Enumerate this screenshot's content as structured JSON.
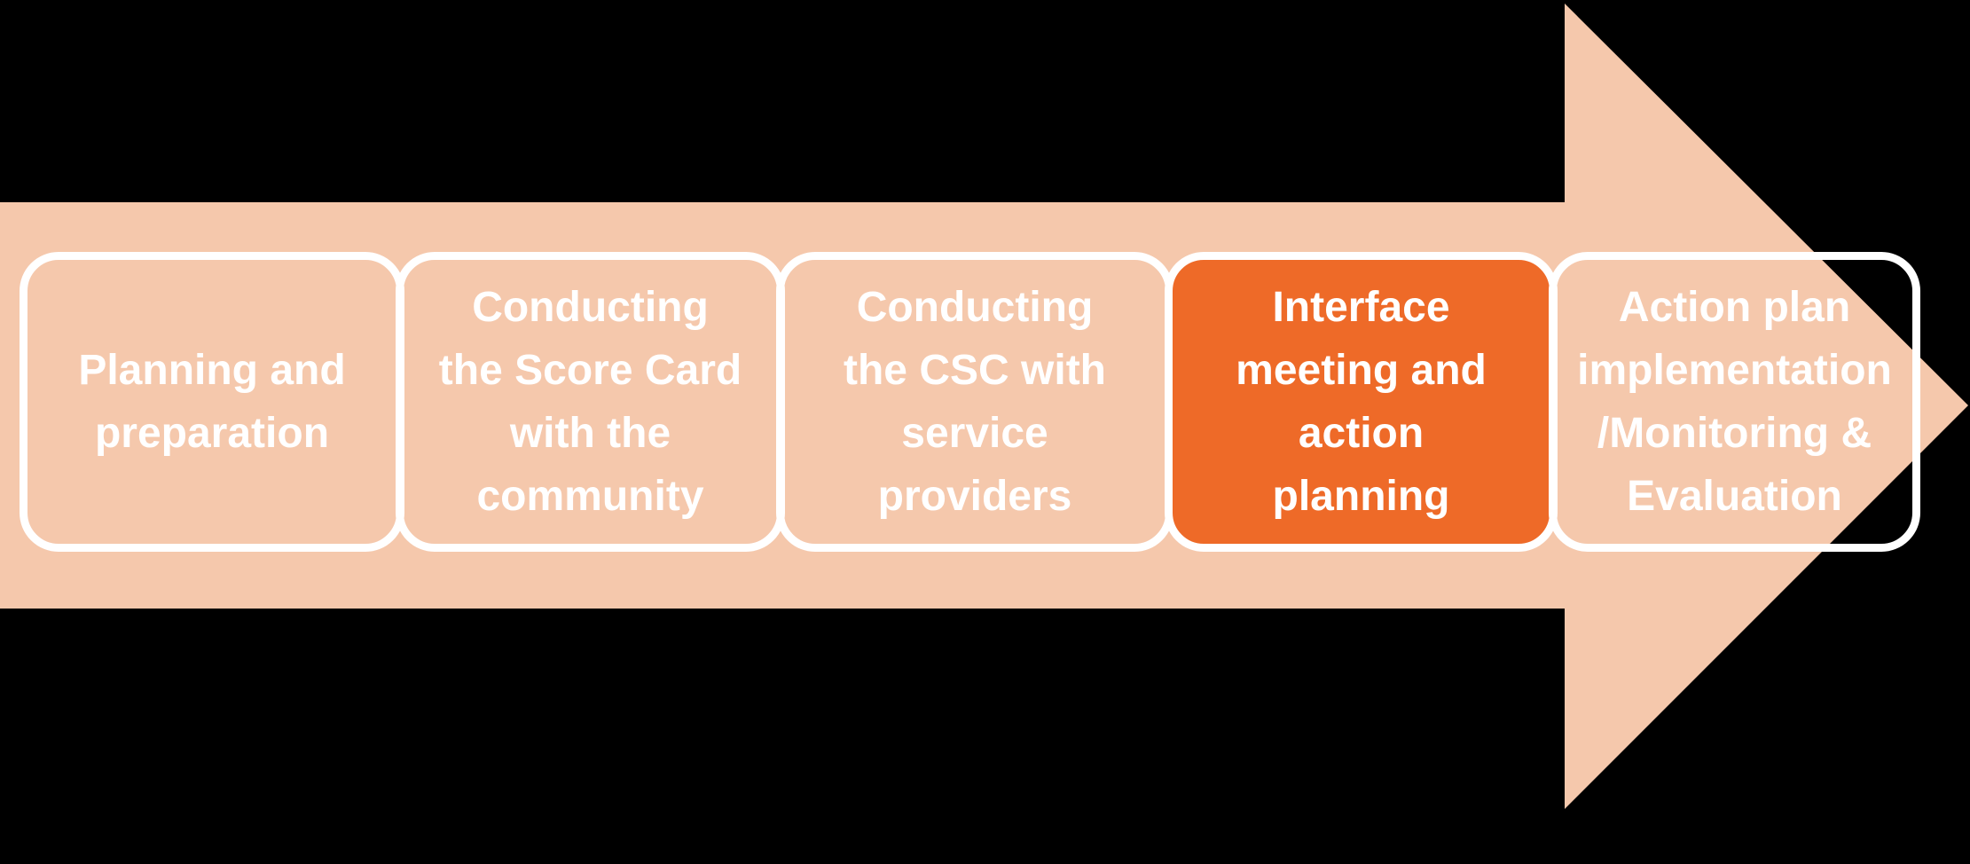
{
  "colors": {
    "background": "#000000",
    "arrow_fill": "#F5C8AC",
    "highlight_fill": "#EE6A28",
    "box_border": "#FFFFFF",
    "text": "#FFFFFF"
  },
  "arrow": {
    "direction": "right",
    "shape": "block-arrow"
  },
  "steps": [
    {
      "highlighted": false,
      "label": "Planning and preparation",
      "lines": [
        "Planning and",
        "preparation"
      ]
    },
    {
      "highlighted": false,
      "label": "Conducting the Score Card with the community",
      "lines": [
        "Conducting",
        "the Score Card",
        "with the",
        "community"
      ]
    },
    {
      "highlighted": false,
      "label": "Conducting the CSC with service providers",
      "lines": [
        "Conducting",
        "the CSC with",
        "service",
        "providers"
      ]
    },
    {
      "highlighted": true,
      "label": "Interface meeting and action planning",
      "lines": [
        "Interface",
        "meeting and",
        "action",
        "planning"
      ]
    },
    {
      "highlighted": false,
      "label": "Action plan implementation /Monitoring & Evaluation",
      "lines": [
        "Action plan",
        "implementation",
        "/Monitoring &",
        "Evaluation"
      ]
    }
  ]
}
